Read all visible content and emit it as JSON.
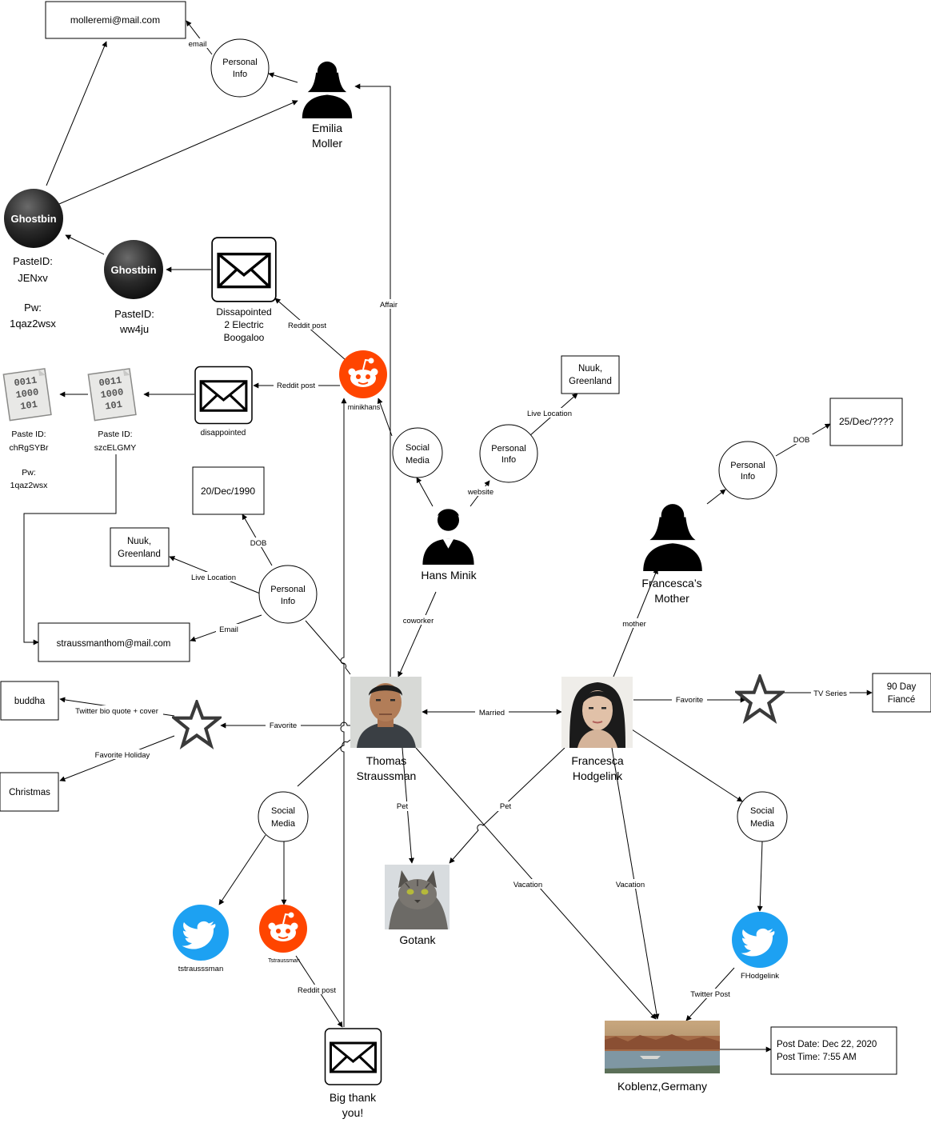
{
  "text_boxes": {
    "email_emilia": "molleremi@mail.com",
    "dob_thomas": "20/Dec/1990",
    "loc_thomas": [
      "Nuuk,",
      "Greenland"
    ],
    "email_thomas": "straussmanthom@mail.com",
    "loc_hans": [
      "Nuuk,",
      "Greenland"
    ],
    "dob_mother": "25/Dec/????",
    "buddha": "buddha",
    "christmas": "Christmas",
    "ninety_day": [
      "90 Day",
      "Fiancé"
    ],
    "post_date": "Post Date: Dec 22, 2020",
    "post_time": "Post Time: 7:55 AM"
  },
  "circles": {
    "pi_emilia": [
      "Personal",
      "Info"
    ],
    "sm_hans": [
      "Social",
      "Media"
    ],
    "pi_hans": [
      "Personal",
      "Info"
    ],
    "pi_mother": [
      "Personal",
      "Info"
    ],
    "pi_thomas": [
      "Personal",
      "Info"
    ],
    "sm_thomas": [
      "Social",
      "Media"
    ],
    "sm_francesca": [
      "Social",
      "Media"
    ]
  },
  "nodes": {
    "emilia": [
      "Emilia",
      "Moller"
    ],
    "hans": "Hans Minik",
    "mother": [
      "Francesca’s",
      "Mother"
    ],
    "thomas": [
      "Thomas",
      "Straussman"
    ],
    "francesca": [
      "Francesca",
      "Hodgelink"
    ],
    "gotank": "Gotank",
    "koblenz": "Koblenz,Germany",
    "ghostbin1": [
      "PasteID:",
      "JENxv",
      "Pw:",
      "1qaz2wsx"
    ],
    "ghostbin2": [
      "PasteID:",
      "ww4ju"
    ],
    "paste1": [
      "Paste ID:",
      "chRgSYBr",
      "Pw:",
      "1qaz2wsx"
    ],
    "paste2": [
      "Paste ID:",
      "szcELGMY"
    ],
    "mail_dissapointed": [
      "Dissapointed",
      "2 Electric",
      "Boogaloo"
    ],
    "mail_disappointed": "disappointed",
    "mail_big": [
      "Big thank",
      "you!"
    ],
    "reddit_top": "minikhans",
    "reddit_bottom": "Tstraussman",
    "twitter_thomas": "tstrausssman",
    "twitter_francesca": "FHodgelink"
  },
  "ghostbin_logo": "Ghostbin",
  "binary_icon": [
    "0011",
    "1000",
    "101"
  ],
  "edges": {
    "email": "email",
    "affair": "Affair",
    "reddit_post_1": "Reddit post",
    "reddit_post_2": "Reddit post",
    "reddit_post_3": "Reddit post",
    "live_loc_hans": "Live Location",
    "website": "website",
    "dob_mother": "DOB",
    "dob_thomas": "DOB",
    "live_loc_thomas": "Live Location",
    "email_thomas": "Email",
    "coworker": "coworker",
    "mother": "mother",
    "married": "Married",
    "favorite_thomas": "Favorite",
    "favorite_francesca": "Favorite",
    "tv_series": "TV Series",
    "twitter_bio": "Twitter bio quote + cover",
    "favorite_holiday": "Favorite Holiday",
    "pet_thomas": "Pet",
    "pet_francesca": "Pet",
    "vacation_thomas": "Vacation",
    "vacation_francesca": "Vacation",
    "twitter_post": "Twitter Post"
  },
  "colors": {
    "reddit": "#FF4500",
    "twitter": "#1DA1F2",
    "ghostbin": "#2a2a2a"
  }
}
